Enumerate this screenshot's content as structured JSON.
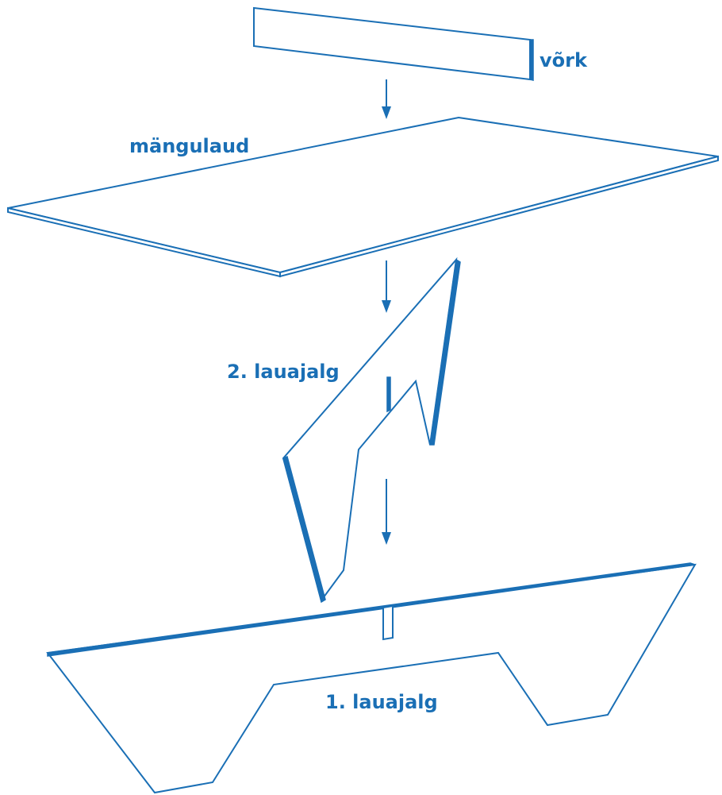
{
  "labels": {
    "net": "võrk",
    "tabletop": "mängulaud",
    "leg2": "2. lauajalg",
    "leg1": "1. lauajalg"
  },
  "colors": {
    "stroke": "#1a6fb5",
    "background": "#ffffff"
  }
}
